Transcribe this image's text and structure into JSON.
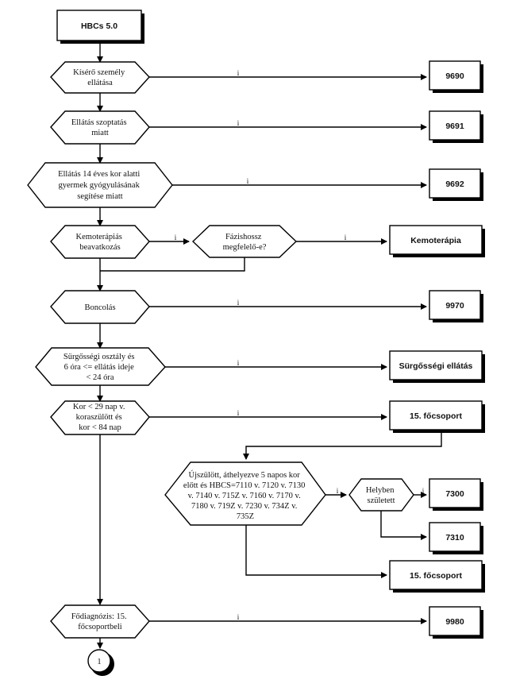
{
  "start_box": "HBCs 5.0",
  "yes_label": "i",
  "decisions": {
    "kisero": [
      "Kísérő személy",
      "ellátása"
    ],
    "szoptatas": [
      "Ellátás szoptatás",
      "miatt"
    ],
    "gyermek": [
      "Ellátás 14 éves kor alatti",
      "gyermek gyógyulásának",
      "segítése miatt"
    ],
    "kemoterapias": [
      "Kemoterápiás",
      "beavatkozás"
    ],
    "fazishossz": [
      "Fázishossz",
      "megfelelő-e?"
    ],
    "boncolas": [
      "Boncolás"
    ],
    "surgossegi": [
      "Sürgősségi osztály és",
      "6 óra <= ellátás ideje",
      "< 24 óra"
    ],
    "kor": [
      "Kor < 29 nap v.",
      "koraszülött és",
      "kor < 84 nap"
    ],
    "ujszulott": [
      "Újszülött, áthelyezve 5 napos kor",
      "előtt és HBCS=7110 v. 7120 v. 7130",
      "v. 7140 v. 715Z v. 7160 v. 7170 v.",
      "7180 v. 719Z v. 7230 v. 734Z v.",
      "735Z"
    ],
    "helyben": [
      "Helyben",
      "született"
    ],
    "fodiagnozis": [
      "Fődiagnózis: 15.",
      "főcsoportbeli"
    ]
  },
  "outcomes": {
    "o9690": "9690",
    "o9691": "9691",
    "o9692": "9692",
    "kemoterapia": "Kemoterápia",
    "o9970": "9970",
    "surgossegi_ellatas": "Sürgősségi ellátás",
    "focsoport_a": "15. főcsoport",
    "o7300": "7300",
    "o7310": "7310",
    "focsoport_b": "15. főcsoport",
    "o9980": "9980"
  },
  "connector": "1"
}
